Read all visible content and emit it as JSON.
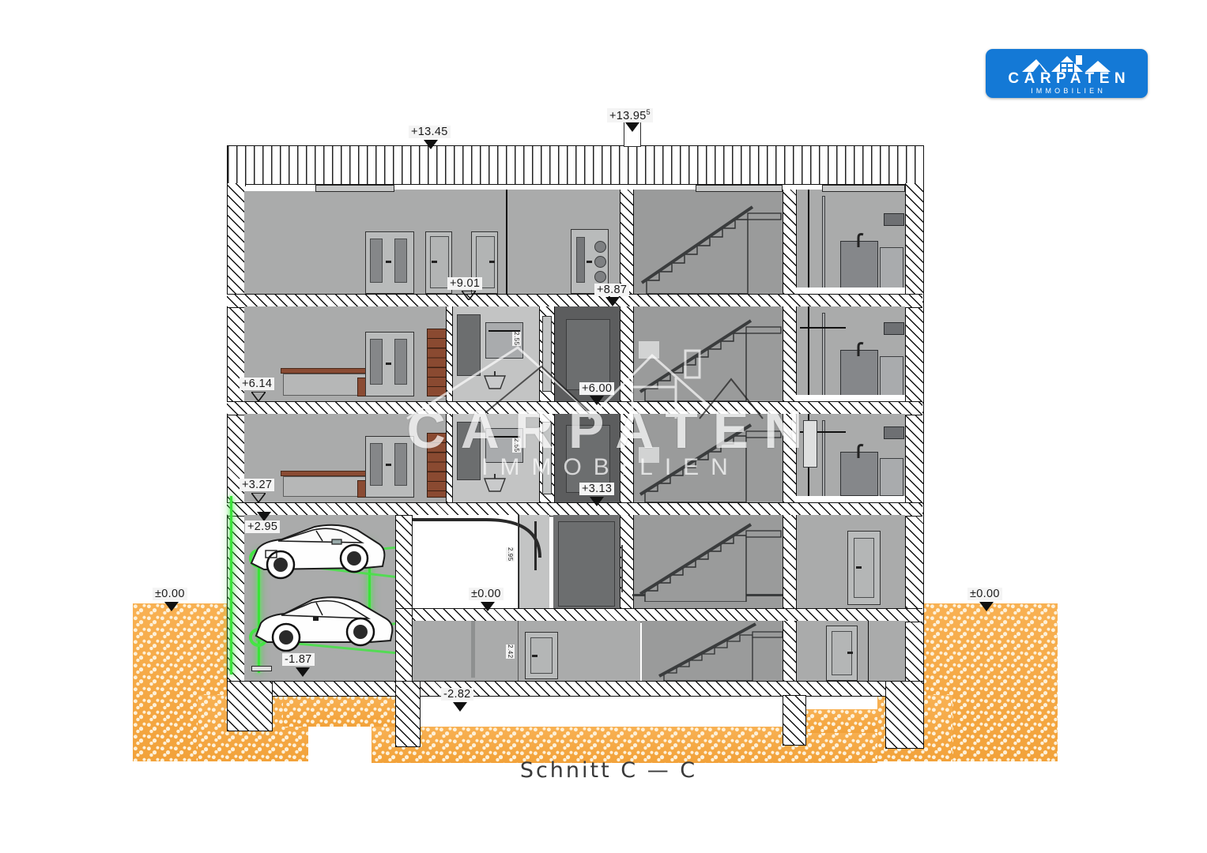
{
  "document": {
    "title": "Schnitt C — C",
    "type": "architectural-building-section"
  },
  "logo": {
    "brand": "CARPATEN",
    "subtitle": "IMMOBILIEN",
    "background_color": "#1479d6",
    "text_color": "#ffffff",
    "icon": "mountain-house-icon"
  },
  "watermark": {
    "brand": "CARPATEN",
    "subtitle": "IMMOBILIEN",
    "color": "#ffffff"
  },
  "elevations": {
    "roof_main": "+13.45",
    "roof_chimney": "+13.95",
    "roof_chimney_sup": "5",
    "floor3_door": "+9.01",
    "floor3_shaft": "+8.87",
    "floor2_left": "+6.14",
    "floor2_shaft": "+6.00",
    "floor1_left": "+3.27",
    "floor1_shaft": "+3.13",
    "garage_upper": "+2.95",
    "garage_lower": "-1.87",
    "ground_left": "±0.00",
    "ground_center": "±0.00",
    "ground_right": "±0.00",
    "basement": "-2.82"
  },
  "dimensions": {
    "ground_floor_height": "2.95",
    "basement_height": "2.42",
    "floor_height_a": "2.55",
    "floor_height_b": "2.55"
  },
  "colors": {
    "brand": "#1479d6",
    "earth": "#f5a93c",
    "room_fill": "#aaabab",
    "shaft_fill": "#6f7071",
    "guide_green": "#3ae23a",
    "wood_brown": "#8a4a31"
  },
  "elements": {
    "car_lift_label": "car-stacker-parking-lift",
    "elevator_label": "elevator-shaft",
    "stair_label": "staircase",
    "kitchen_label": "kitchen-unit"
  }
}
